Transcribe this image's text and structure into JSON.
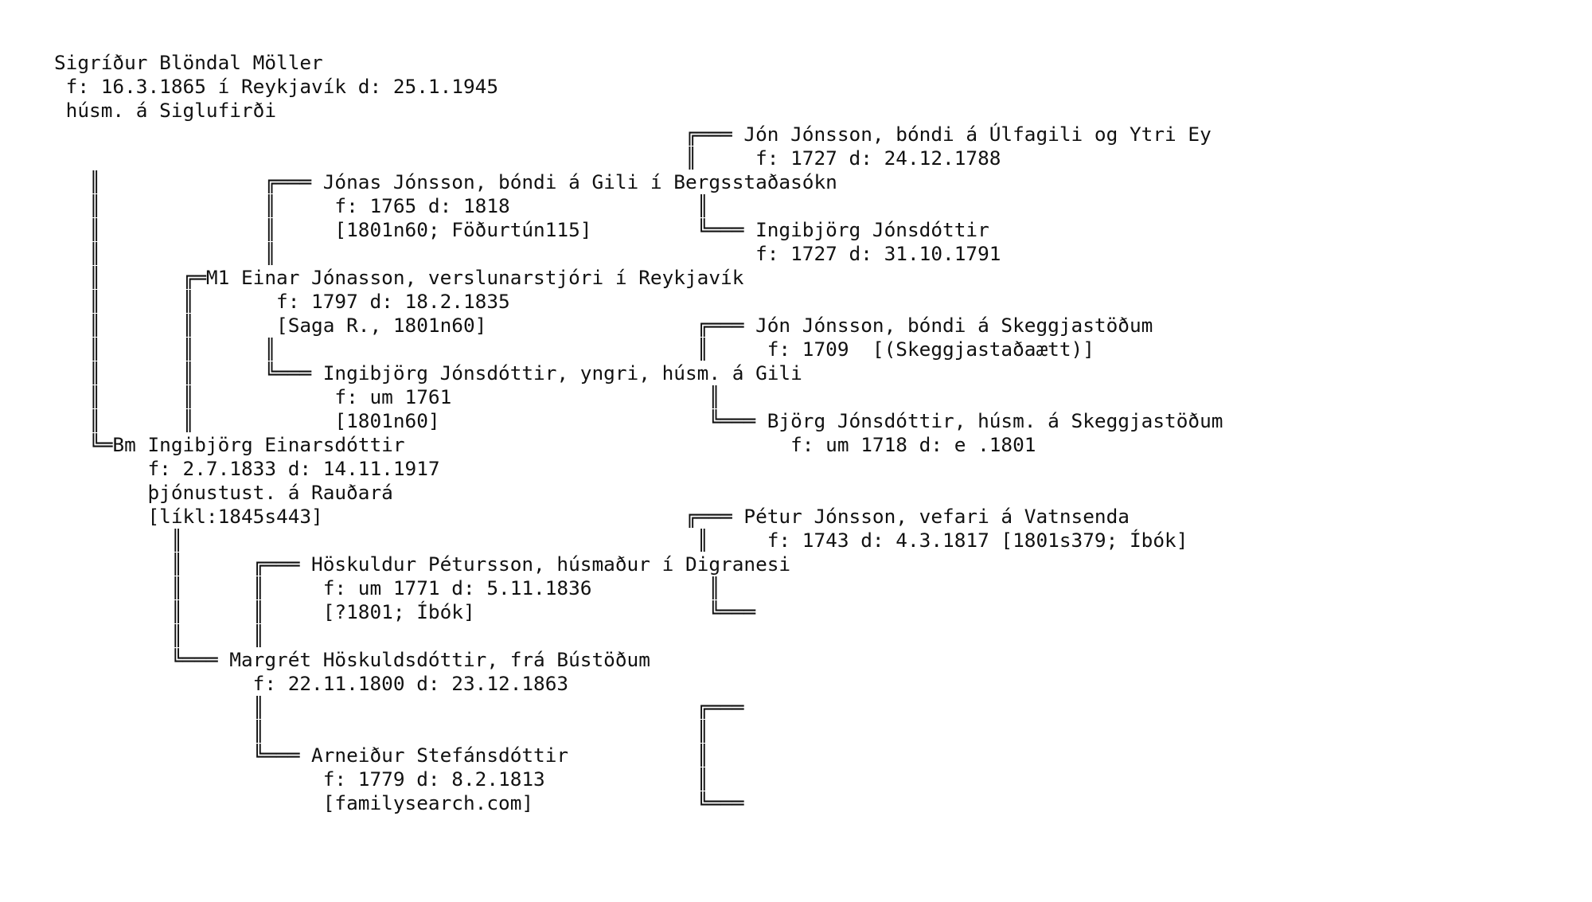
{
  "tree_lines": [
    "Sigríður Blöndal Möller",
    " f: 16.3.1865 í Reykjavík d: 25.1.1945",
    " húsm. á Siglufirði",
    "                                                      ╔═══ Jón Jónsson, bóndi á Úlfagili og Ytri Ey",
    "                                                      ║     f: 1727 d: 24.12.1788",
    "   ║              ╔═══ Jónas Jónsson, bóndi á Gili í Bergsstaðasókn",
    "   ║              ║     f: 1765 d: 1818                ║",
    "   ║              ║     [1801n60; Föðurtún115]         ╚═══ Ingibjörg Jónsdóttir",
    "   ║              ║                                         f: 1727 d: 31.10.1791",
    "   ║       ╔═M1 Einar Jónasson, verslunarstjóri í Reykjavík",
    "   ║       ║       f: 1797 d: 18.2.1835",
    "   ║       ║       [Saga R., 1801n60]                  ╔═══ Jón Jónsson, bóndi á Skeggjastöðum",
    "   ║       ║      ║                                    ║     f: 1709  [(Skeggjastaðaætt)]",
    "   ║       ║      ╚═══ Ingibjörg Jónsdóttir, yngri, húsm. á Gili",
    "   ║       ║            f: um 1761                      ║",
    "   ║       ║            [1801n60]                       ╚═══ Björg Jónsdóttir, húsm. á Skeggjastöðum",
    "   ╚═Bm Ingibjörg Einarsdóttir                                 f: um 1718 d: e .1801",
    "        f: 2.7.1833 d: 14.11.1917",
    "        þjónustust. á Rauðará",
    "        [líkl:1845s443]                               ╔═══ Pétur Jónsson, vefari á Vatnsenda",
    "          ║                                            ║     f: 1743 d: 4.3.1817 [1801s379; Íbók]",
    "          ║      ╔═══ Höskuldur Pétursson, húsmaður í Digranesi",
    "          ║      ║     f: um 1771 d: 5.11.1836          ║",
    "          ║      ║     [?1801; Íbók]                    ╚═══",
    "          ║      ║",
    "          ╚═══ Margrét Höskuldsdóttir, frá Bústöðum",
    "                 f: 22.11.1800 d: 23.12.1863",
    "                 ║                                     ╔═══",
    "                 ║                                     ║",
    "                 ╚═══ Arneiður Stefánsdóttir           ║",
    "                       f: 1779 d: 8.2.1813             ║",
    "                       [familysearch.com]              ╚═══"
  ]
}
